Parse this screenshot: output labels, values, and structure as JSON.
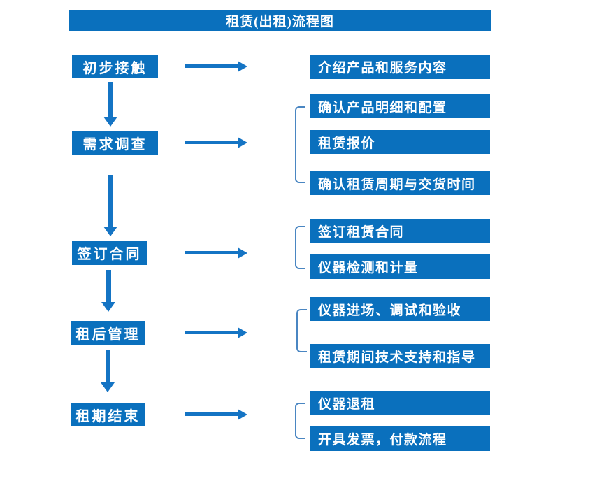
{
  "title": "租赁(出租)流程图",
  "colors": {
    "box_blue": "#0a70bd",
    "arrow_blue": "#1474c4",
    "bracket_blue": "#4a86c2",
    "text_white": "#ffffff",
    "background": "#ffffff"
  },
  "stages": [
    {
      "label": "初步接触",
      "outputs": [
        "介绍产品和服务内容"
      ]
    },
    {
      "label": "需求调查",
      "outputs": [
        "确认产品明细和配置",
        "租赁报价",
        "确认租赁周期与交货时间"
      ]
    },
    {
      "label": "签订合同",
      "outputs": [
        "签订租赁合同",
        "仪器检测和计量"
      ]
    },
    {
      "label": "租后管理",
      "outputs": [
        "仪器进场、调试和验收",
        "租赁期间技术支持和指导"
      ]
    },
    {
      "label": "租期结束",
      "outputs": [
        "仪器退租",
        "开具发票，付款流程"
      ]
    }
  ]
}
